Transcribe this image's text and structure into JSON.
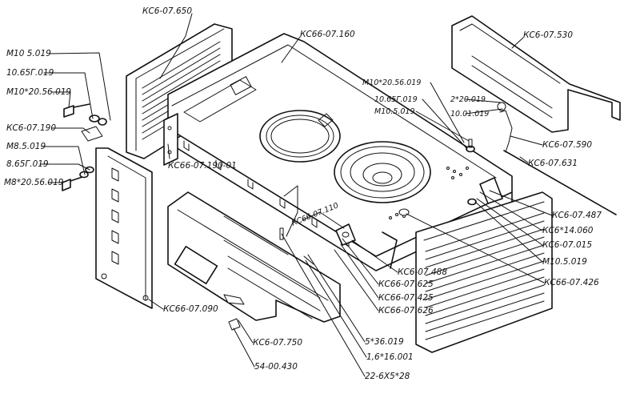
{
  "labels": [
    "КС6-07.650",
    "КС66-07.160",
    "КС6-07.530",
    "М10 5.019",
    "10.65Г.019",
    "М10*20.56.019",
    "КС6-07.190",
    "М8.5.019",
    "8.65Г.019",
    "М8*20.56.019",
    "КС66-07.190-01",
    "М10*20.56.019",
    "10.65Г.019",
    "М10.5.019",
    "2*20.019",
    "10.01.019",
    "КС6-07.590",
    "КС6-07.631",
    "КС66-07.110",
    "КС6-07.487",
    "КС6*14.060",
    "КС6-07.015",
    "М10.5.019",
    "КС66-07.426",
    "КС6-07.488",
    "КС66-07.625",
    "КС66-07.425",
    "КС66-07.626",
    "КС66-07.090",
    "5*36.019",
    "КС6-07.750",
    "1,6*16.001",
    "54-00.430",
    "22-6Х5*28"
  ]
}
